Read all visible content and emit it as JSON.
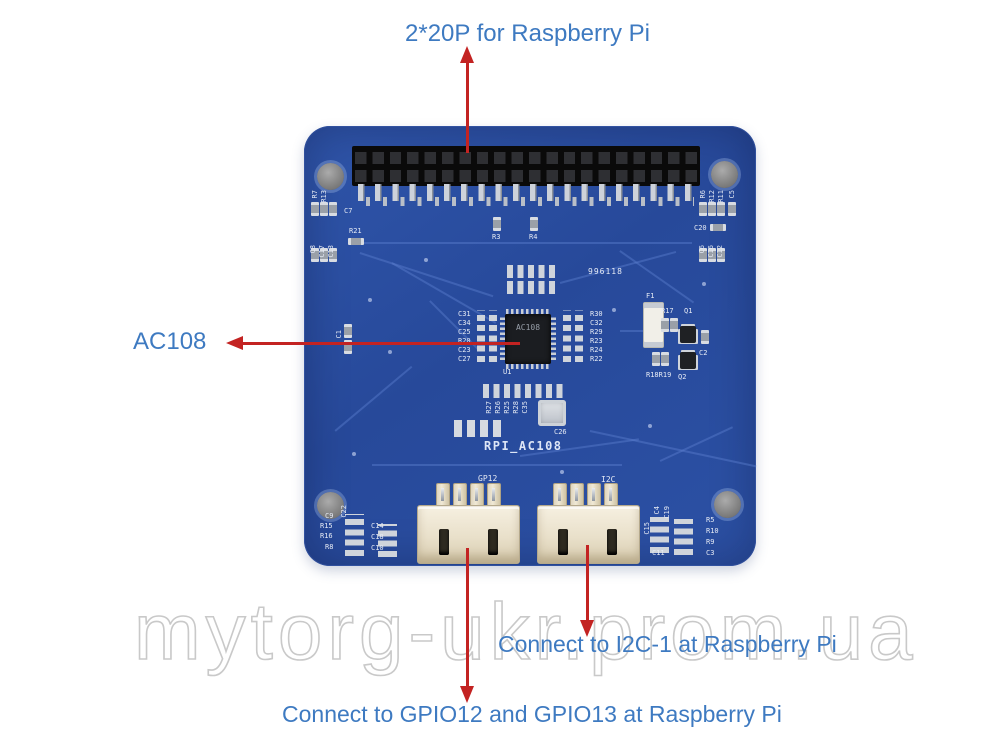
{
  "annotations": {
    "header": "2*20P for Raspberry Pi",
    "chip": "AC108",
    "i2c": "Connect to I2C-1 at Raspberry Pi",
    "gpio": "Connect to GPIO12 and GPIO13 at Raspberry Pi"
  },
  "watermark": {
    "text": "mytorg-ukr.prom.ua"
  },
  "colors": {
    "annotation_text": "#3e7ac1",
    "arrow": "#c32322",
    "pcb_blue": "#2b4fa2",
    "connector_beige": "#ece4d0"
  },
  "board": {
    "name": "RPI_AC108",
    "batch_code": "996118",
    "chip_marking": "AC108",
    "connector_labels": {
      "left": "GP12",
      "right": "I2C"
    },
    "silkscreen": [
      "R7",
      "R13",
      "C7",
      "R21",
      "C8",
      "C17",
      "C13",
      "R6",
      "R12",
      "R11",
      "C5",
      "C20",
      "C6",
      "C16",
      "C12",
      "R3",
      "R4",
      "C31",
      "C34",
      "C25",
      "R20",
      "C23",
      "C27",
      "R30",
      "C32",
      "R29",
      "R23",
      "R24",
      "R22",
      "U1",
      "R27",
      "R26",
      "R25",
      "R28",
      "C35",
      "C26",
      "F1",
      "R17",
      "Q1",
      "C2",
      "R18R19",
      "Q2",
      "C9",
      "R15",
      "R16",
      "R8",
      "C22",
      "C14",
      "C18",
      "C10",
      "C4",
      "C19",
      "C15",
      "C11",
      "R5",
      "R10",
      "R9",
      "C3",
      "C1"
    ]
  }
}
